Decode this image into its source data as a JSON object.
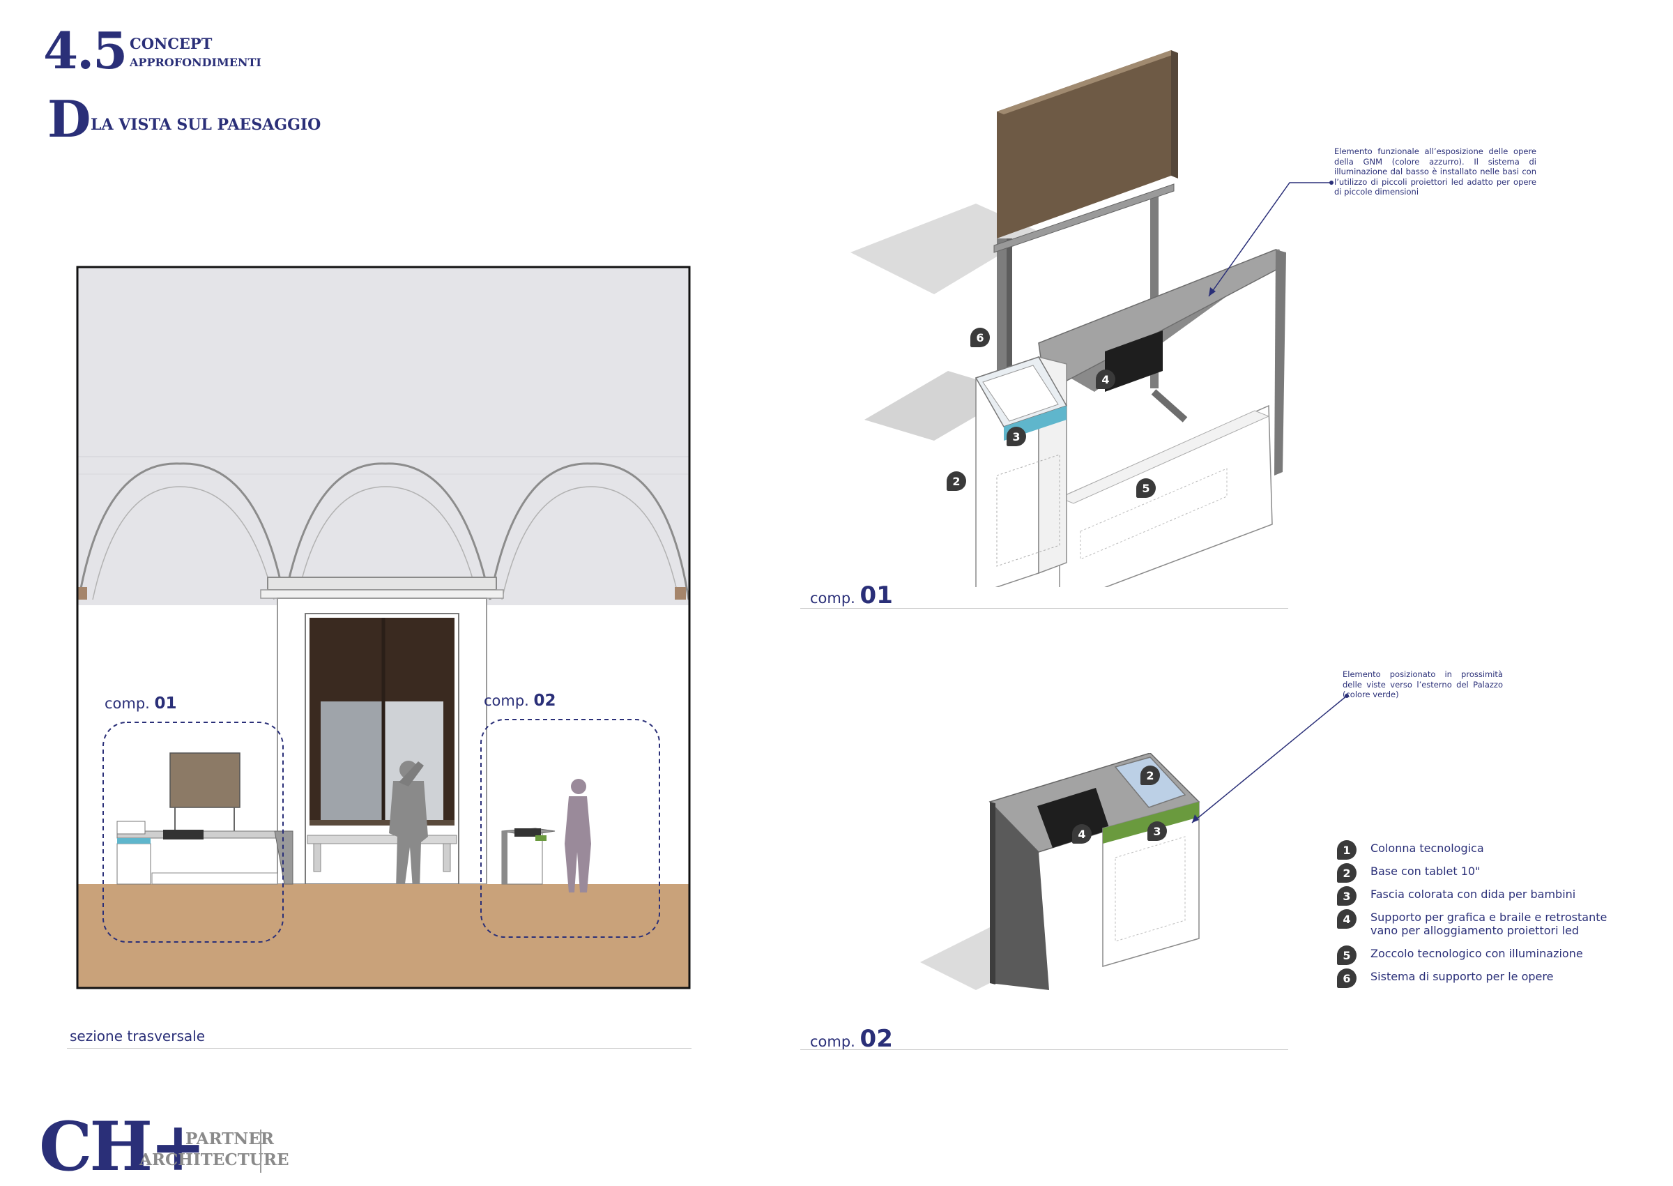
{
  "header": {
    "section_number": "4.5",
    "concept": "CONCEPT",
    "approfondimenti": "APPROFONDIMENTI",
    "letter": "D",
    "section_title": "LA VISTA SUL PAESAGGIO"
  },
  "section_view": {
    "comp01_prefix": "comp.",
    "comp01_num": "01",
    "comp02_prefix": "comp.",
    "comp02_num": "02",
    "caption": "sezione trasversale"
  },
  "comp01": {
    "caption_prefix": "comp.",
    "caption_num": "01",
    "note": "Elemento funzionale all’esposizione delle opere della GNM (colore azzurro). Il sistema di illuminazione dal basso è installato nelle basi con l’utilizzo di piccoli proiettori led adatto per opere di piccole dimensioni",
    "markers": [
      "6",
      "4",
      "3",
      "2",
      "5"
    ]
  },
  "comp02": {
    "caption_prefix": "comp.",
    "caption_num": "02",
    "note": "Elemento posizionato in prossimità delle viste verso l’esterno del Palazzo (colore verde)",
    "markers": [
      "2",
      "4",
      "3"
    ]
  },
  "legend": [
    {
      "num": "1",
      "text": "Colonna tecnologica"
    },
    {
      "num": "2",
      "text": "Base con tablet 10\""
    },
    {
      "num": "3",
      "text": "Fascia colorata con dida per bambini"
    },
    {
      "num": "4",
      "text": "Supporto per grafica e braile e retrostante\nvano per alloggiamento proiettori led"
    },
    {
      "num": "5",
      "text": "Zoccolo tecnologico con illuminazione"
    },
    {
      "num": "6",
      "text": "Sistema di supporto per le opere"
    }
  ],
  "logo": {
    "mark": "CH+",
    "partner": "PARTNER",
    "architecture": "ARCHITECTURE"
  },
  "colors": {
    "brand": "#2a2f78",
    "azure_band": "#5fb6cc",
    "green_band": "#6a9a3e",
    "floor": "#c9a27a",
    "artwork": "#6e5a45",
    "panel_grey": "#a3a3a3"
  }
}
